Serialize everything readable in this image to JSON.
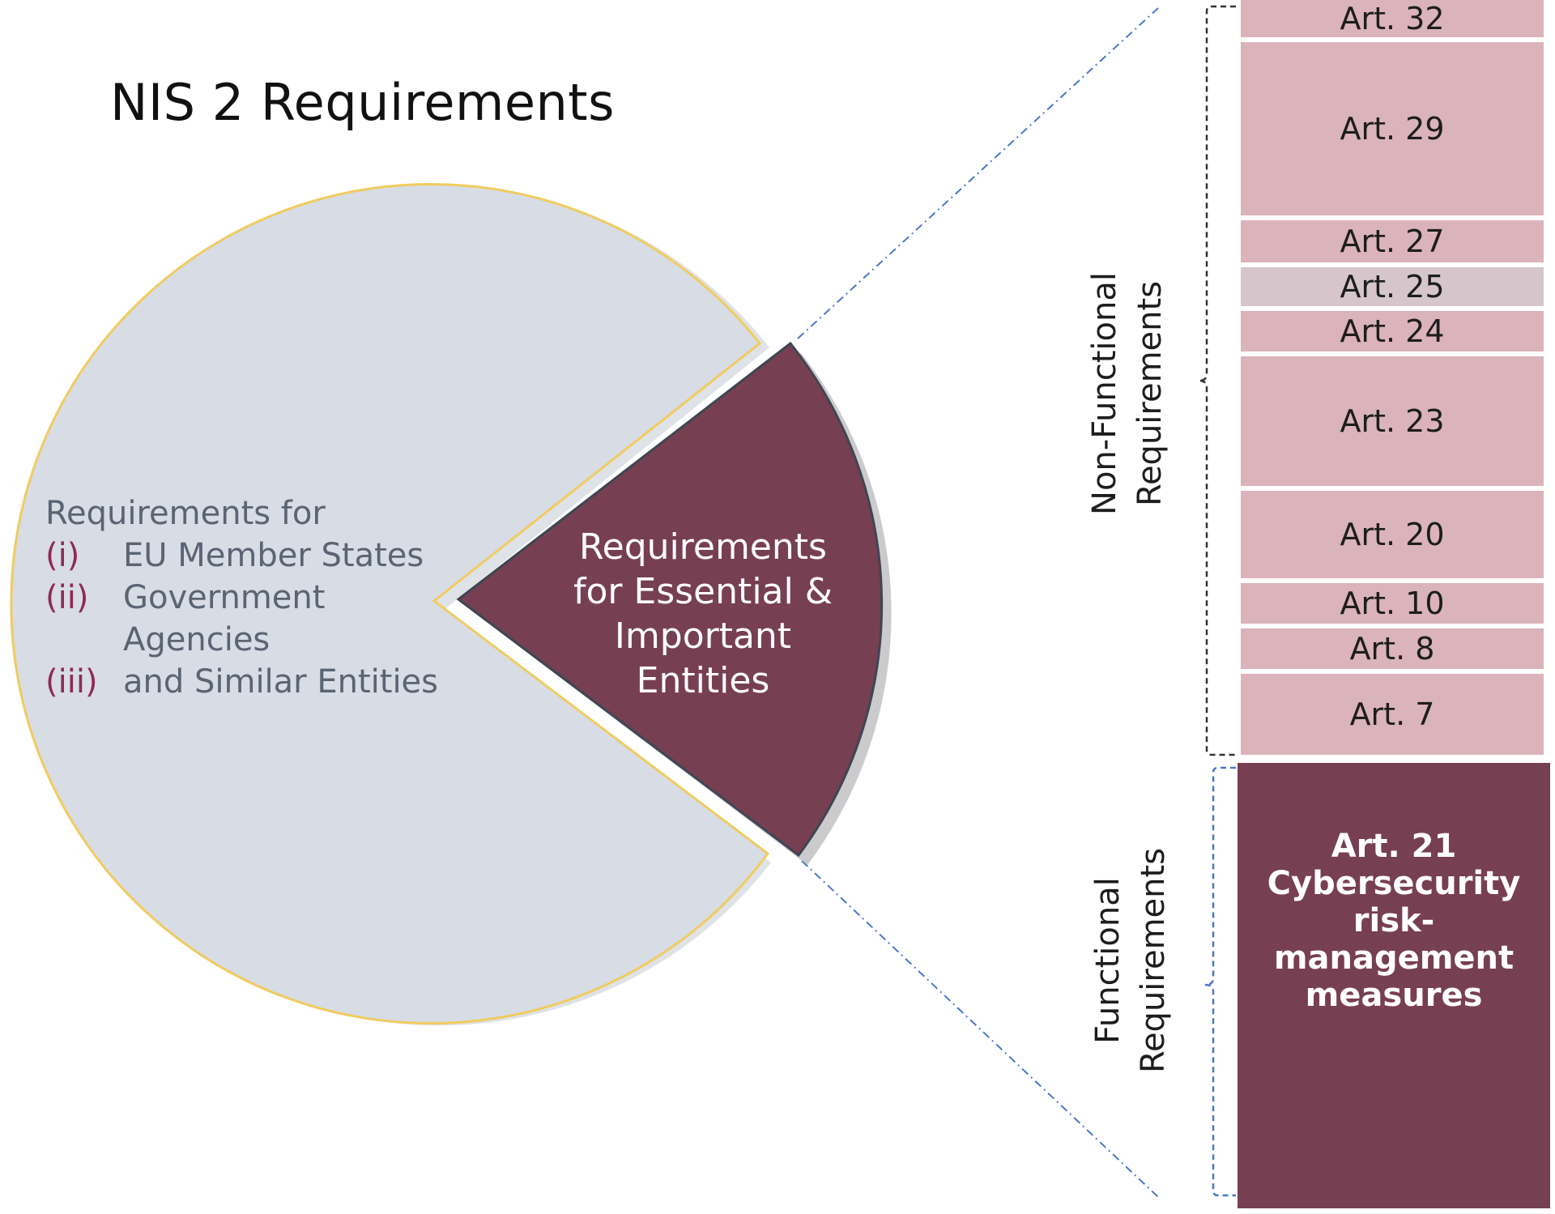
{
  "title": "NIS 2 Requirements",
  "left_group": {
    "heading": "Requirements for",
    "items": [
      {
        "num": "(i)",
        "lines": [
          "EU Member States"
        ]
      },
      {
        "num": "(ii)",
        "lines": [
          "Government",
          "Agencies"
        ]
      },
      {
        "num": "(iii)",
        "lines": [
          "and Similar Entities"
        ]
      }
    ]
  },
  "wedge": {
    "lines": [
      "Requirements",
      "for Essential &",
      "Important",
      "Entities"
    ]
  },
  "non_functional": {
    "label_lines": [
      "Non-Functional",
      "Requirements"
    ],
    "articles": [
      "Art. 32",
      "Art. 29",
      "Art. 27",
      "Art. 25",
      "Art. 24",
      "Art. 23",
      "Art. 20",
      "Art. 10",
      "Art. 8",
      "Art. 7"
    ]
  },
  "functional": {
    "label_lines": [
      "Functional",
      "Requirements"
    ],
    "article_lines": [
      "Art. 21",
      "Cybersecurity",
      "risk-",
      "management",
      "measures"
    ]
  },
  "colors": {
    "pie_fill": "#d7dce5",
    "pie_border": "#f0cc60",
    "wedge_fill": "#773f52",
    "box_fill": "#dbb3bb",
    "box_dim_fill": "#d6c6cb",
    "number_accent": "#8e2a55",
    "connector": "#4a78c8"
  }
}
